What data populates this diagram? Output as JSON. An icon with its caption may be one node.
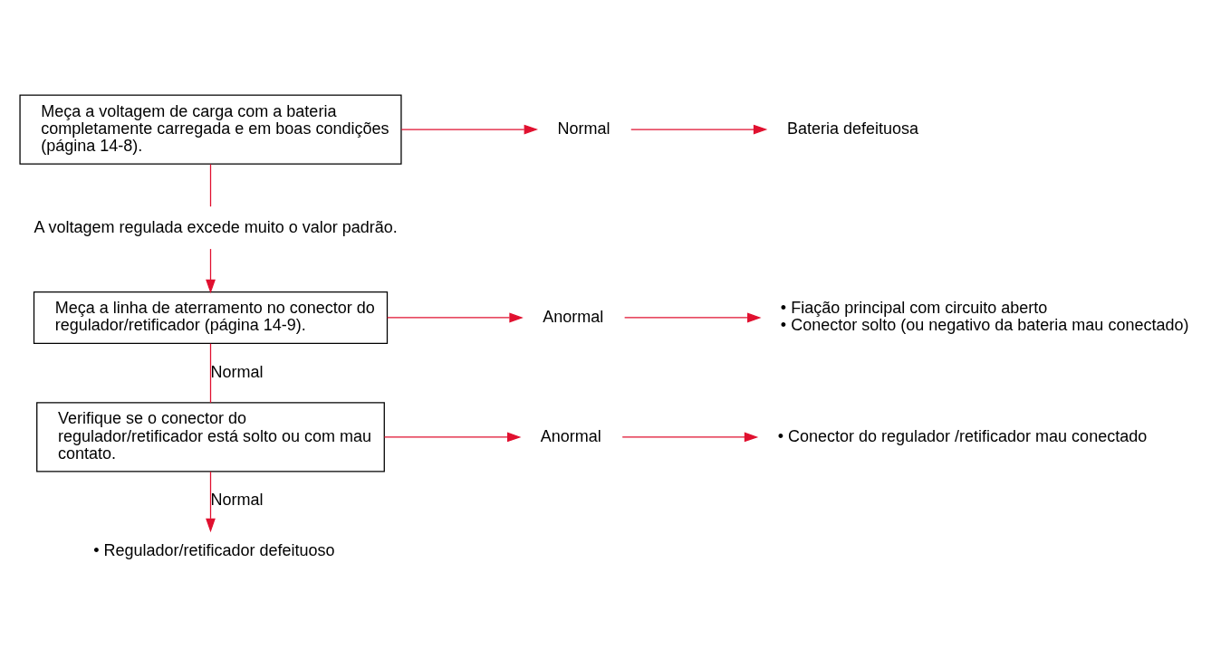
{
  "diagram": {
    "nodes": [
      {
        "text": [
          "Meça a voltagem de carga com a bateria completamente carregada e em boas condições (página 14-8)."
        ]
      },
      {
        "text": [
          "Normal"
        ]
      },
      {
        "text": [
          "Bateria defeituosa"
        ]
      },
      {
        "text": [
          "A voltagem regulada excede muito o valor padrão."
        ]
      },
      {
        "text": [
          "Meça a linha de aterramento no conector do regulador/retificador (página 14-9)."
        ]
      },
      {
        "text": [
          "Anormal"
        ]
      },
      {
        "text": [
          "• Fiação principal com circuito aberto",
          "• Conector solto (ou negativo da bateria mau conectado)"
        ]
      },
      {
        "text": [
          "Verifique se o conector do regulador/retificador está solto ou com mau contato."
        ]
      },
      {
        "text": [
          "Anormal"
        ]
      },
      {
        "text": [
          "• Conector do regulador /retificador mau conectado"
        ]
      },
      {
        "text": [
          "• Regulador/retificador defeituoso"
        ]
      }
    ],
    "edges": [
      {
        "from": 0,
        "to": 1,
        "arrow": "to"
      },
      {
        "from": 1,
        "to": 2,
        "arrow": "to"
      },
      {
        "from": 0,
        "to": 3,
        "arrow": "none"
      },
      {
        "from": 3,
        "to": 4,
        "arrow": "to"
      },
      {
        "from": 4,
        "to": 5,
        "arrow": "to"
      },
      {
        "from": 5,
        "to": 6,
        "arrow": "to"
      },
      {
        "from": 4,
        "to": 7,
        "arrow": "none",
        "label": "Normal"
      },
      {
        "from": 7,
        "to": 8,
        "arrow": "to"
      },
      {
        "from": 8,
        "to": 9,
        "arrow": "to"
      },
      {
        "from": 7,
        "to": 10,
        "arrow": "to",
        "label": "Normal"
      }
    ]
  }
}
